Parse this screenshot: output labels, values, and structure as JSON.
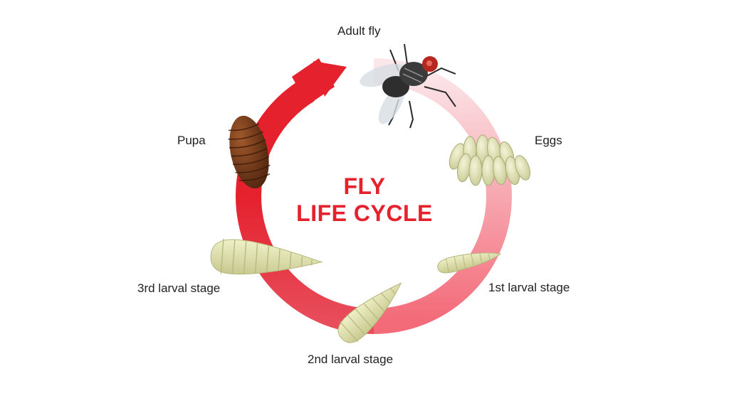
{
  "diagram": {
    "title_line1": "FLY",
    "title_line2": "LIFE CYCLE",
    "accent_color": "#e5212e",
    "stages": [
      {
        "label": "Adult fly",
        "icon": "fly-icon"
      },
      {
        "label": "Eggs",
        "icon": "eggs-icon"
      },
      {
        "label": "1st larval stage",
        "icon": "larva-icon"
      },
      {
        "label": "2nd larval stage",
        "icon": "larva-icon"
      },
      {
        "label": "3rd larval stage",
        "icon": "larva-icon"
      },
      {
        "label": "Pupa",
        "icon": "pupa-icon"
      }
    ]
  }
}
